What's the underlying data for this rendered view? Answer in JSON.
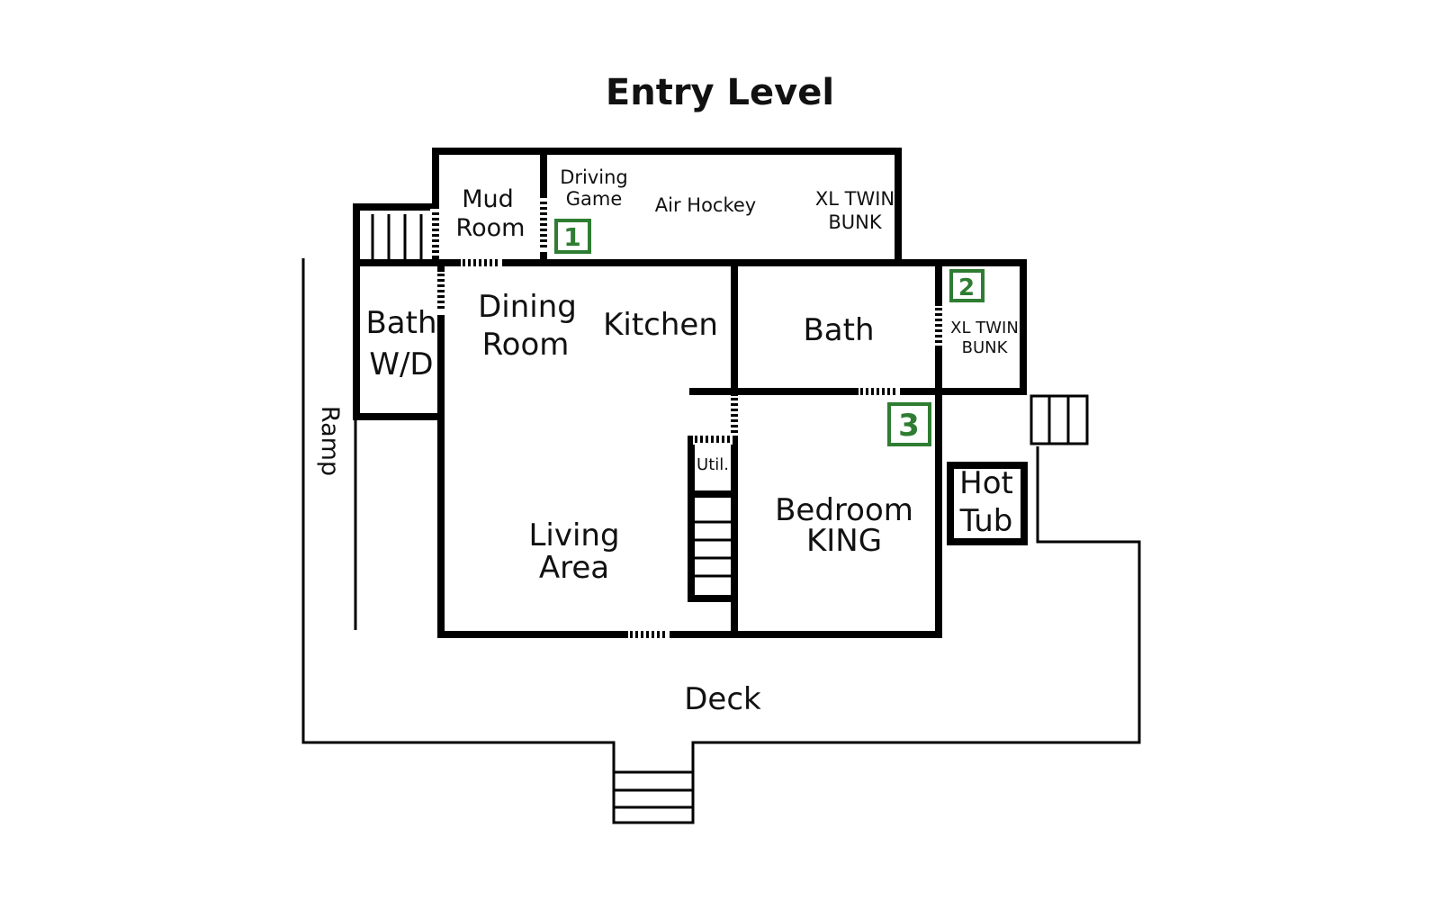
{
  "title": "Entry Level",
  "rooms": {
    "mud_room": [
      "Mud",
      "Room"
    ],
    "driving_game": [
      "Driving",
      "Game"
    ],
    "air_hockey": "Air Hockey",
    "xl_twin_bunk_top": [
      "XL TWIN",
      "BUNK"
    ],
    "bath_wd": [
      "Bath",
      "W/D"
    ],
    "dining_room": [
      "Dining",
      "Room"
    ],
    "kitchen": "Kitchen",
    "bath": "Bath",
    "xl_twin_bunk_right": [
      "XL TWIN",
      "BUNK"
    ],
    "util": "Util.",
    "living_area": [
      "Living",
      "Area"
    ],
    "bedroom_king": [
      "Bedroom",
      "KING"
    ],
    "hot_tub": [
      "Hot",
      "Tub"
    ],
    "deck": "Deck",
    "ramp": "Ramp"
  },
  "markers": [
    "1",
    "2",
    "3"
  ],
  "marker_color": "#2e7d32"
}
